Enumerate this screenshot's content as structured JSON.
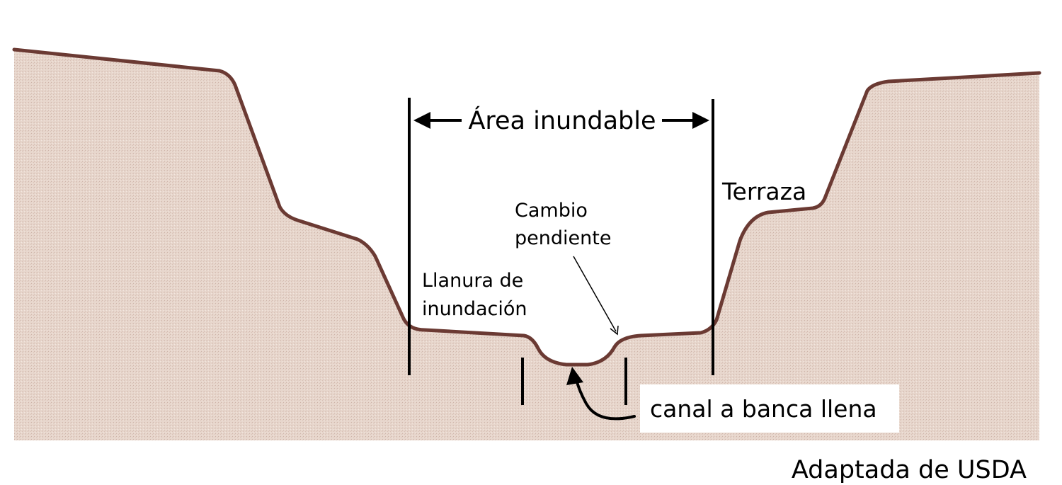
{
  "diagram": {
    "labels": {
      "flood_area": "Área inundable",
      "terrace": "Terraza",
      "slope_change_line1": "Cambio",
      "slope_change_line2": "pendiente",
      "floodplain_line1": "Llanura de",
      "floodplain_line2": "inundación",
      "bankfull_channel": "canal a banca llena"
    },
    "credit": "Adaptada de USDA"
  },
  "colors": {
    "ground_fill": "#e7d6cc",
    "ground_outline": "#6b3a33",
    "ink": "#000000",
    "label_box": "#ffffff"
  }
}
